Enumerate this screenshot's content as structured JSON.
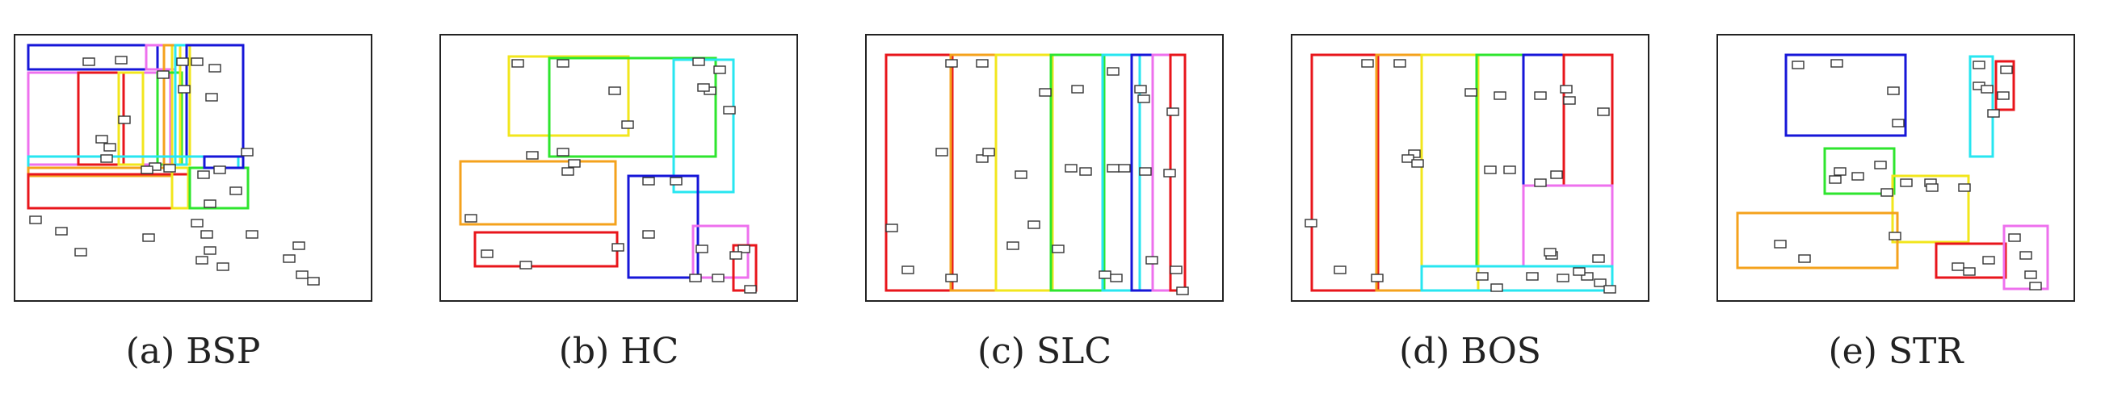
{
  "colors": {
    "red": "#e8151b",
    "orange": "#f4a21c",
    "yellow": "#f2e61c",
    "green": "#2ee52e",
    "cyan": "#27e6f0",
    "blue": "#1616d8",
    "magenta": "#ee70ee",
    "frame": "#222222",
    "object": "#333333"
  },
  "panels": [
    {
      "caption": "(a) BSP",
      "rects": [
        [
          "blue",
          18,
          14,
          160,
          30
        ],
        [
          "magenta",
          18,
          48,
          176,
          114
        ],
        [
          "red",
          80,
          48,
          56,
          114
        ],
        [
          "yellow",
          130,
          48,
          30,
          114
        ],
        [
          "magenta",
          164,
          14,
          36,
          30
        ],
        [
          "yellow",
          196,
          14,
          10,
          148
        ],
        [
          "green",
          178,
          48,
          30,
          114
        ],
        [
          "orange",
          186,
          14,
          14,
          148
        ],
        [
          "yellow",
          206,
          14,
          12,
          148
        ],
        [
          "cyan",
          200,
          14,
          14,
          148
        ],
        [
          "blue",
          214,
          14,
          70,
          138
        ],
        [
          "cyan",
          18,
          152,
          260,
          14
        ],
        [
          "orange",
          18,
          166,
          178,
          10
        ],
        [
          "red",
          18,
          174,
          200,
          42
        ],
        [
          "yellow",
          196,
          166,
          20,
          50
        ],
        [
          "green",
          218,
          166,
          72,
          50
        ],
        [
          "blue",
          236,
          152,
          48,
          14
        ]
      ],
      "objects": [
        [
          86,
          30
        ],
        [
          126,
          28
        ],
        [
          178,
          46
        ],
        [
          202,
          30
        ],
        [
          220,
          30
        ],
        [
          242,
          38
        ],
        [
          204,
          64
        ],
        [
          238,
          74
        ],
        [
          130,
          102
        ],
        [
          102,
          126
        ],
        [
          112,
          136
        ],
        [
          108,
          150
        ],
        [
          168,
          160
        ],
        [
          158,
          164
        ],
        [
          186,
          162
        ],
        [
          228,
          170
        ],
        [
          248,
          164
        ],
        [
          282,
          142
        ],
        [
          236,
          206
        ],
        [
          268,
          190
        ],
        [
          20,
          226
        ],
        [
          52,
          240
        ],
        [
          220,
          230
        ],
        [
          76,
          266
        ],
        [
          160,
          248
        ],
        [
          232,
          244
        ],
        [
          288,
          244
        ],
        [
          334,
          274
        ],
        [
          252,
          284
        ],
        [
          346,
          258
        ],
        [
          236,
          264
        ],
        [
          226,
          276
        ],
        [
          364,
          302
        ],
        [
          350,
          294
        ]
      ]
    },
    {
      "caption": "(b) HC",
      "rects": [
        [
          "yellow",
          86,
          28,
          148,
          98
        ],
        [
          "green",
          136,
          30,
          206,
          122
        ],
        [
          "cyan",
          290,
          32,
          74,
          164
        ],
        [
          "orange",
          26,
          158,
          192,
          78
        ],
        [
          "blue",
          234,
          176,
          86,
          126
        ],
        [
          "red",
          44,
          246,
          176,
          42
        ],
        [
          "magenta",
          314,
          238,
          68,
          64
        ],
        [
          "red",
          364,
          262,
          28,
          56
        ]
      ],
      "objects": [
        [
          90,
          32
        ],
        [
          146,
          32
        ],
        [
          314,
          30
        ],
        [
          340,
          40
        ],
        [
          328,
          66
        ],
        [
          320,
          62
        ],
        [
          210,
          66
        ],
        [
          226,
          108
        ],
        [
          108,
          146
        ],
        [
          146,
          142
        ],
        [
          352,
          90
        ],
        [
          252,
          178
        ],
        [
          286,
          178
        ],
        [
          252,
          244
        ],
        [
          160,
          156
        ],
        [
          152,
          166
        ],
        [
          32,
          224
        ],
        [
          52,
          268
        ],
        [
          100,
          282
        ],
        [
          214,
          260
        ],
        [
          318,
          262
        ],
        [
          310,
          298
        ],
        [
          338,
          298
        ],
        [
          370,
          262
        ],
        [
          378,
          312
        ],
        [
          360,
          270
        ]
      ]
    },
    {
      "caption": "(c) SLC",
      "rects": [
        [
          "red",
          26,
          26,
          82,
          292
        ],
        [
          "orange",
          106,
          26,
          56,
          292
        ],
        [
          "yellow",
          162,
          26,
          70,
          292
        ],
        [
          "green",
          230,
          26,
          66,
          292
        ],
        [
          "cyan",
          294,
          26,
          46,
          292
        ],
        [
          "blue",
          330,
          26,
          26,
          292
        ],
        [
          "magenta",
          356,
          26,
          22,
          292
        ],
        [
          "red",
          378,
          26,
          18,
          292
        ]
      ],
      "objects": [
        [
          100,
          32
        ],
        [
          138,
          32
        ],
        [
          216,
          68
        ],
        [
          256,
          64
        ],
        [
          300,
          42
        ],
        [
          334,
          64
        ],
        [
          338,
          76
        ],
        [
          374,
          92
        ],
        [
          88,
          142
        ],
        [
          138,
          150
        ],
        [
          146,
          142
        ],
        [
          186,
          170
        ],
        [
          202,
          232
        ],
        [
          248,
          162
        ],
        [
          266,
          166
        ],
        [
          314,
          162
        ],
        [
          300,
          162
        ],
        [
          340,
          166
        ],
        [
          370,
          168
        ],
        [
          26,
          236
        ],
        [
          176,
          258
        ],
        [
          232,
          262
        ],
        [
          348,
          276
        ],
        [
          46,
          288
        ],
        [
          100,
          298
        ],
        [
          290,
          294
        ],
        [
          304,
          298
        ],
        [
          378,
          288
        ],
        [
          386,
          314
        ]
      ]
    },
    {
      "caption": "(d) BOS",
      "rects": [
        [
          "red",
          26,
          26,
          82,
          292
        ],
        [
          "orange",
          106,
          26,
          56,
          292
        ],
        [
          "yellow",
          162,
          26,
          70,
          292
        ],
        [
          "green",
          230,
          26,
          58,
          262
        ],
        [
          "blue",
          288,
          26,
          50,
          162
        ],
        [
          "red",
          338,
          26,
          60,
          162
        ],
        [
          "magenta",
          288,
          188,
          110,
          100
        ],
        [
          "cyan",
          162,
          288,
          236,
          30
        ]
      ],
      "objects": [
        [
          88,
          32
        ],
        [
          128,
          32
        ],
        [
          216,
          68
        ],
        [
          252,
          72
        ],
        [
          302,
          72
        ],
        [
          334,
          64
        ],
        [
          338,
          78
        ],
        [
          380,
          92
        ],
        [
          146,
          144
        ],
        [
          138,
          150
        ],
        [
          150,
          156
        ],
        [
          264,
          164
        ],
        [
          240,
          164
        ],
        [
          322,
          170
        ],
        [
          302,
          180
        ],
        [
          18,
          230
        ],
        [
          316,
          270
        ],
        [
          314,
          266
        ],
        [
          292,
          296
        ],
        [
          330,
          298
        ],
        [
          360,
          296
        ],
        [
          350,
          290
        ],
        [
          374,
          274
        ],
        [
          376,
          304
        ],
        [
          54,
          288
        ],
        [
          100,
          298
        ],
        [
          230,
          296
        ],
        [
          248,
          310
        ],
        [
          388,
          312
        ]
      ]
    },
    {
      "caption": "(e) STR",
      "rects": [
        [
          "blue",
          86,
          26,
          148,
          100
        ],
        [
          "cyan",
          314,
          28,
          28,
          124
        ],
        [
          "red",
          346,
          34,
          22,
          60
        ],
        [
          "green",
          134,
          142,
          86,
          56
        ],
        [
          "yellow",
          218,
          176,
          94,
          82
        ],
        [
          "orange",
          26,
          222,
          198,
          68
        ],
        [
          "red",
          272,
          260,
          86,
          42
        ],
        [
          "magenta",
          356,
          238,
          54,
          78
        ]
      ],
      "objects": [
        [
          94,
          34
        ],
        [
          142,
          32
        ],
        [
          318,
          34
        ],
        [
          352,
          40
        ],
        [
          318,
          60
        ],
        [
          328,
          64
        ],
        [
          348,
          72
        ],
        [
          336,
          94
        ],
        [
          212,
          66
        ],
        [
          218,
          106
        ],
        [
          140,
          176
        ],
        [
          146,
          166
        ],
        [
          168,
          172
        ],
        [
          196,
          158
        ],
        [
          204,
          192
        ],
        [
          228,
          180
        ],
        [
          258,
          180
        ],
        [
          260,
          186
        ],
        [
          300,
          186
        ],
        [
          214,
          246
        ],
        [
          72,
          256
        ],
        [
          102,
          274
        ],
        [
          292,
          284
        ],
        [
          306,
          290
        ],
        [
          330,
          276
        ],
        [
          362,
          248
        ],
        [
          376,
          270
        ],
        [
          382,
          294
        ],
        [
          388,
          308
        ]
      ]
    }
  ]
}
